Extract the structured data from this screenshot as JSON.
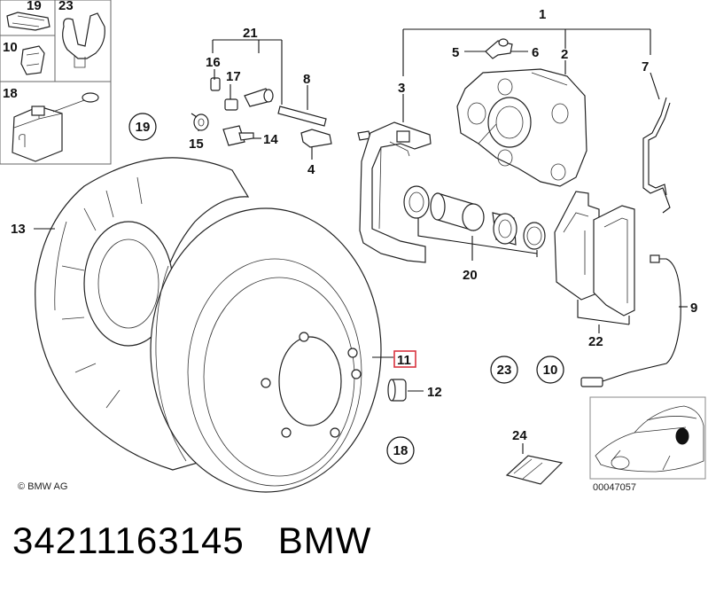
{
  "labels": {
    "l1": "1",
    "l2": "2",
    "l3": "3",
    "l4": "4",
    "l5": "5",
    "l6": "6",
    "l7": "7",
    "l8": "8",
    "l9": "9",
    "l10": "10",
    "l11": "11",
    "l12": "12",
    "l13": "13",
    "l14": "14",
    "l15": "15",
    "l16": "16",
    "l17": "17",
    "l18": "18",
    "l19": "19",
    "l20": "20",
    "l21": "21",
    "l22": "22",
    "l23": "23",
    "l24": "24"
  },
  "circled": {
    "c19": "19",
    "c23": "23",
    "c10": "10",
    "c18": "18"
  },
  "inset_labels": {
    "i19": "19",
    "i23": "23",
    "i10": "10",
    "i18": "18"
  },
  "copyright": "© BMW AG",
  "diagram_id": "00047057",
  "footer": {
    "part_number": "34211163145",
    "brand": "BMW"
  },
  "colors": {
    "highlight": "#d9333f",
    "line": "#111111"
  }
}
